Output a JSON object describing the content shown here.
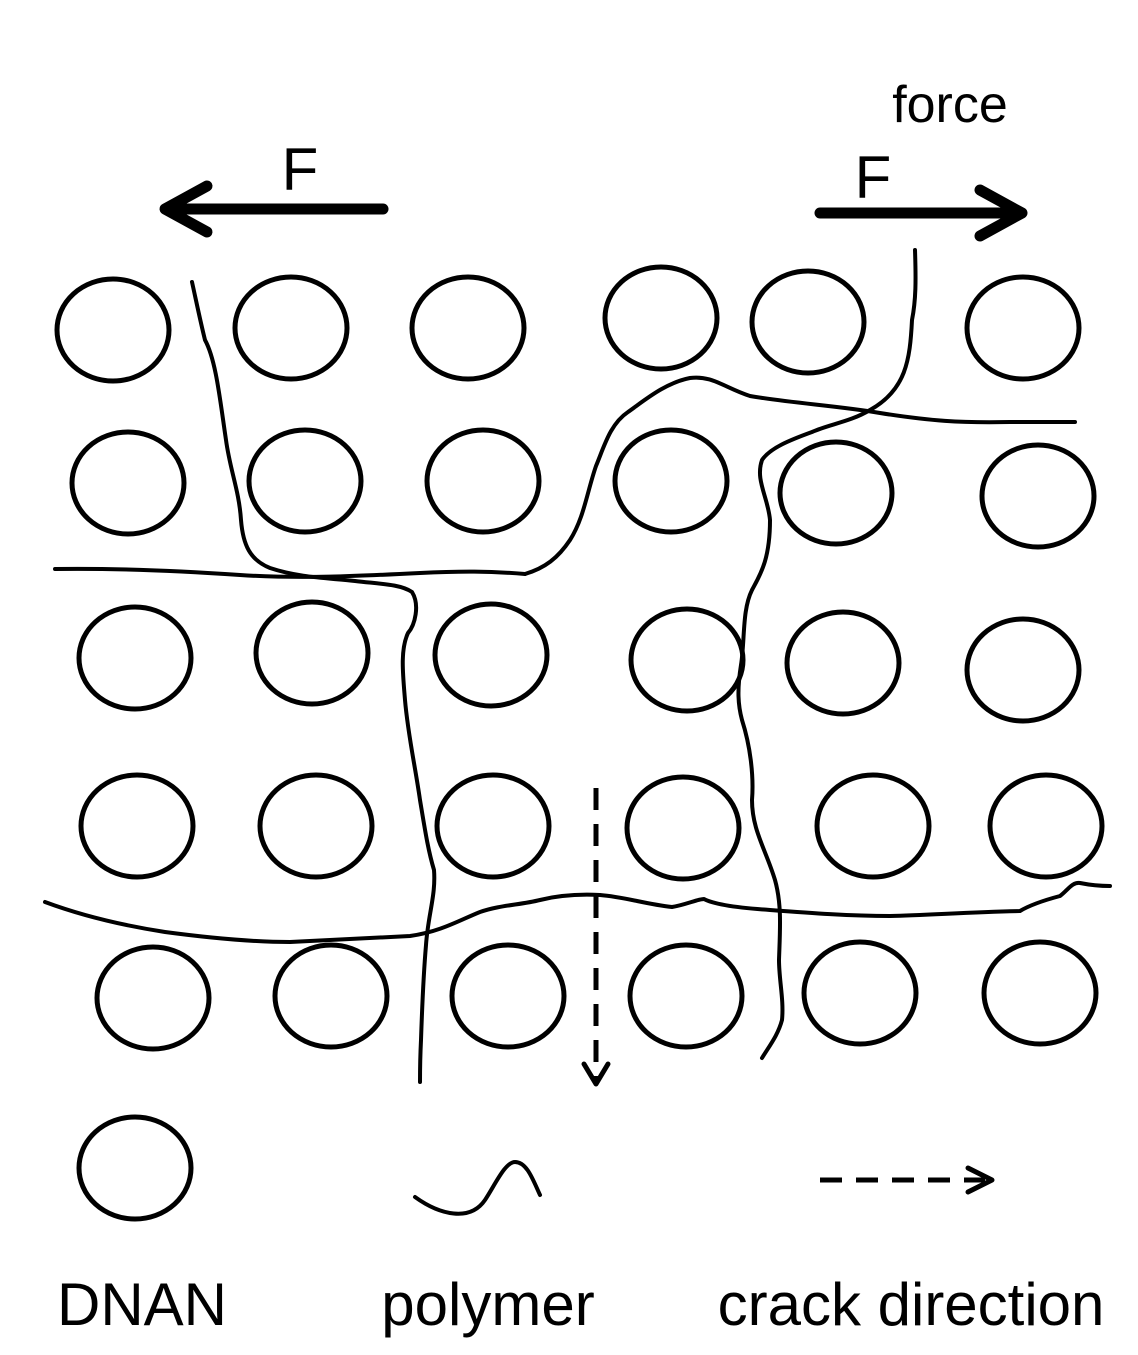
{
  "labels": {
    "force": "force",
    "force_left": "F",
    "force_right": "F"
  },
  "legend": {
    "dnan": "DNAN",
    "polymer": "polymer",
    "crack": "crack direction"
  },
  "colors": {
    "stroke": "#000000",
    "background": "#ffffff"
  }
}
